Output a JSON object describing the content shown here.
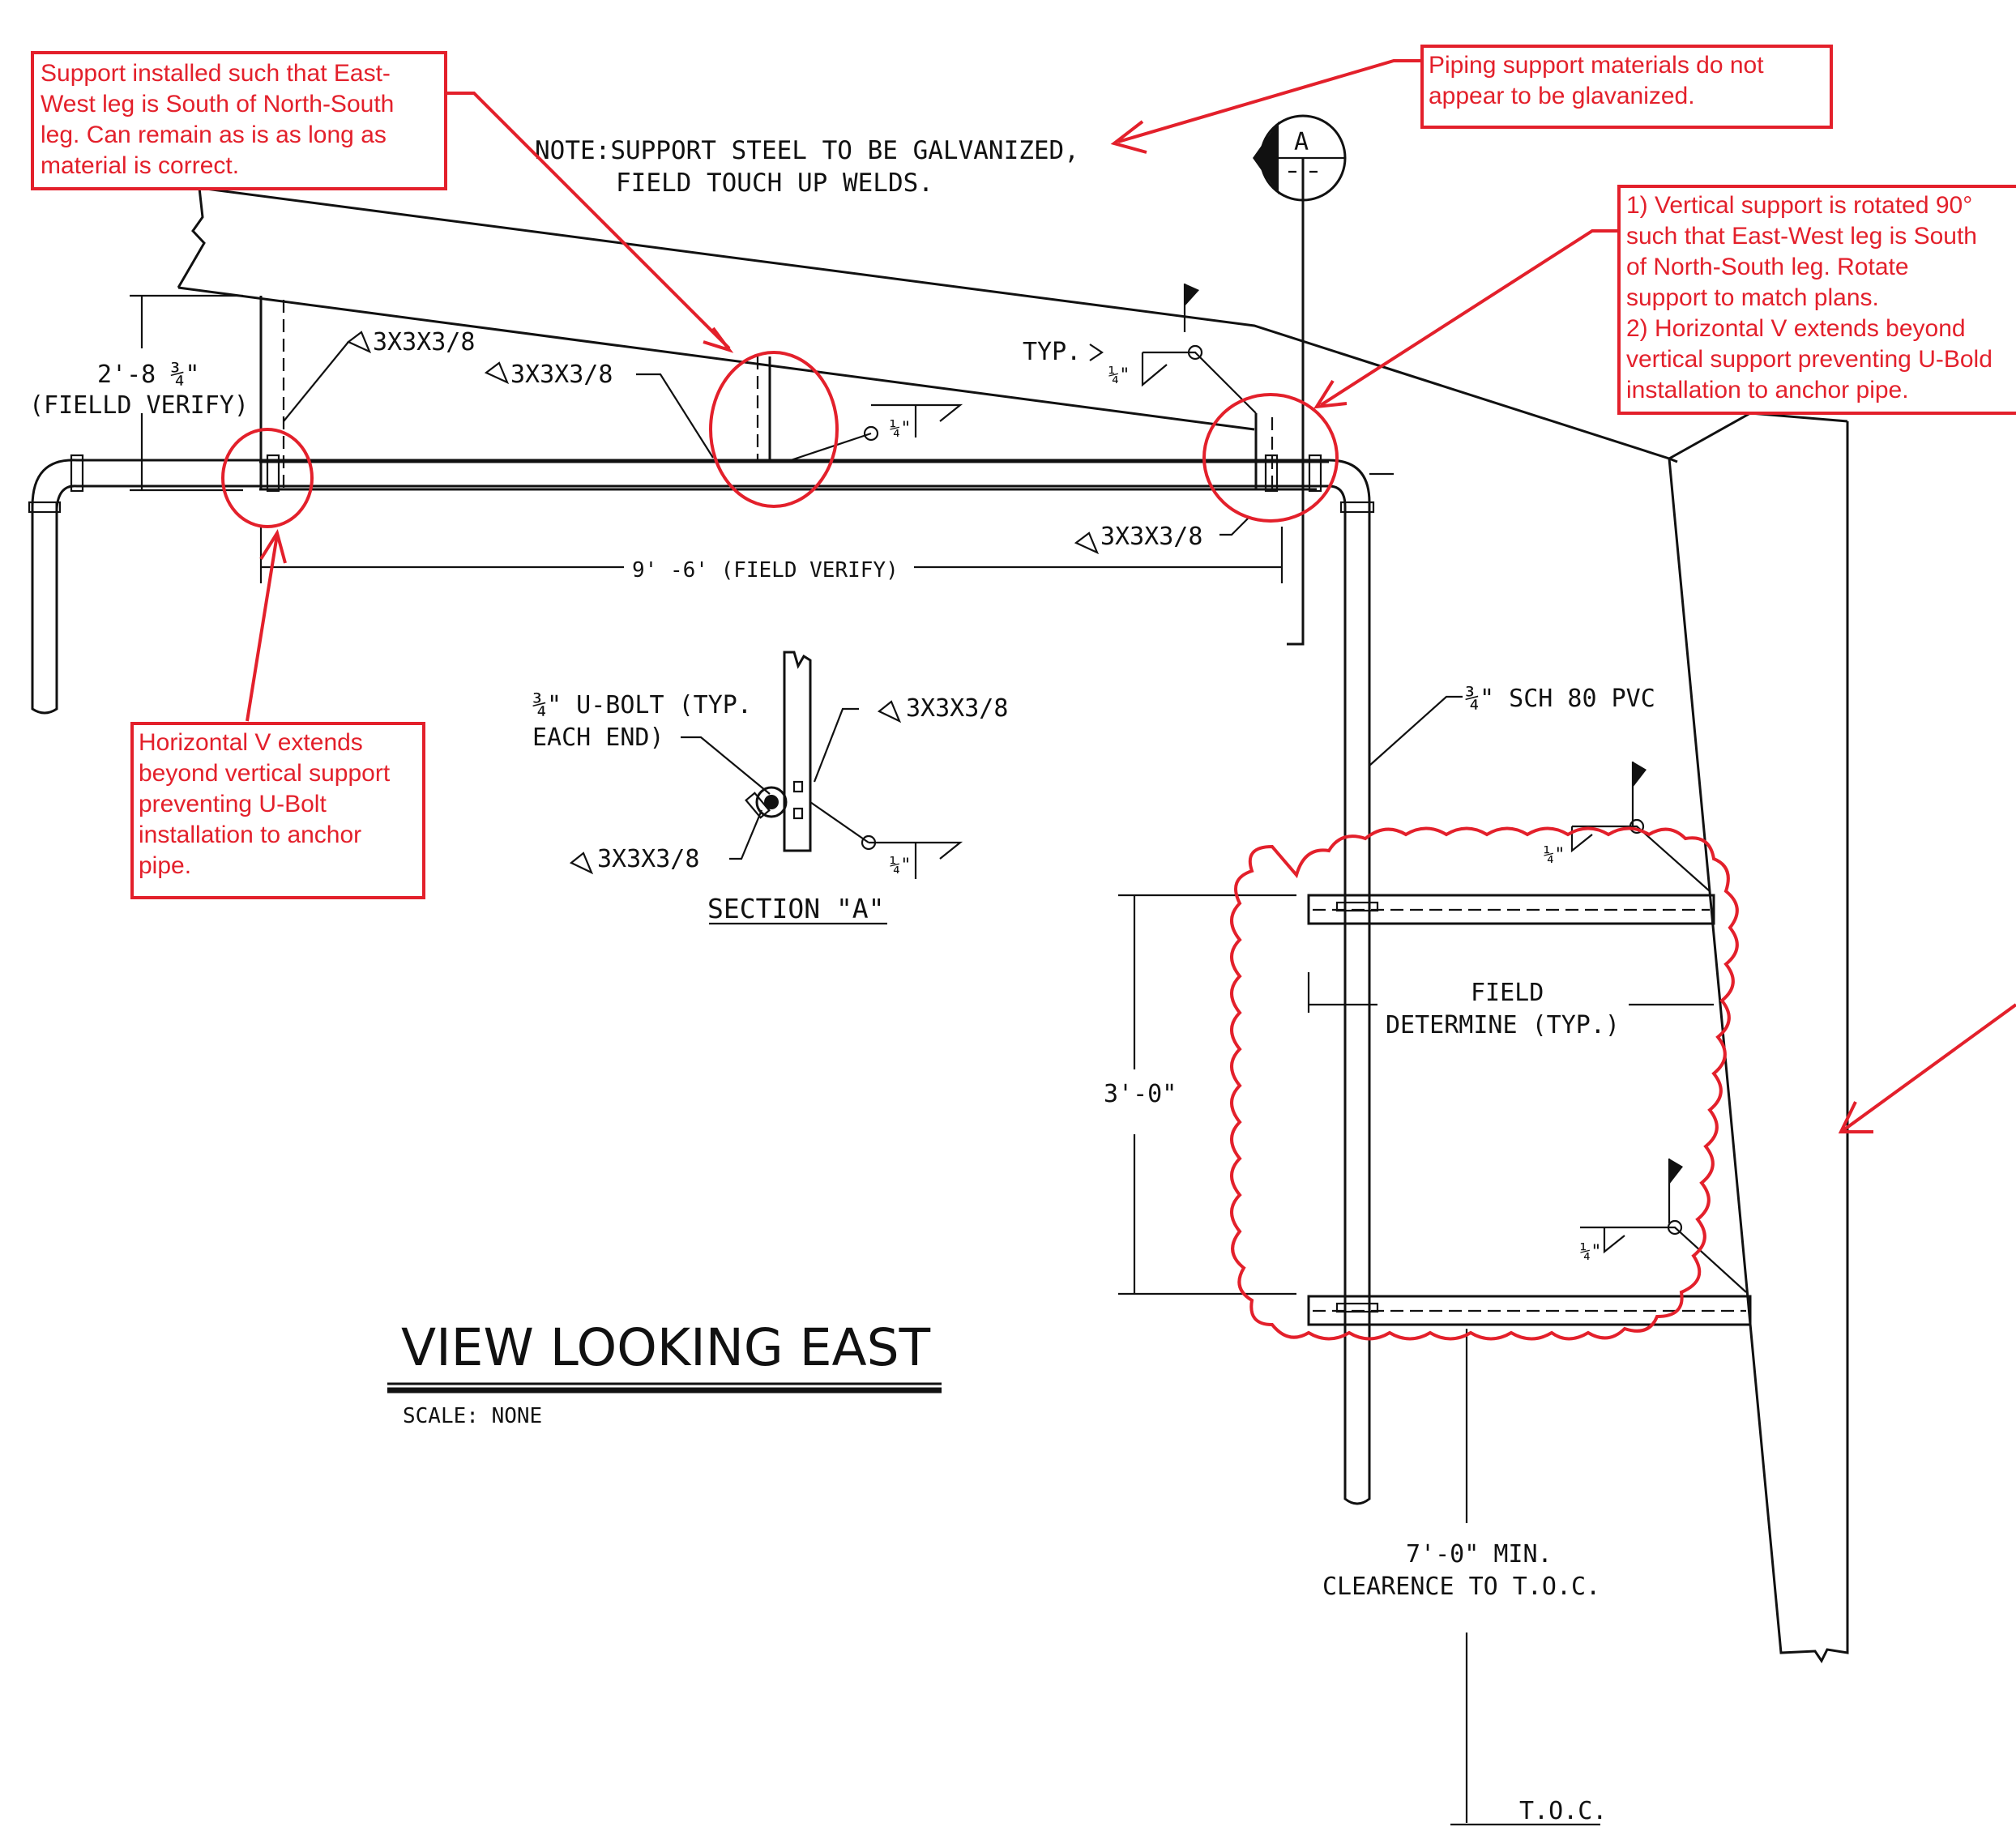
{
  "title": {
    "main": "VIEW LOOKING EAST",
    "scale": "SCALE:  NONE"
  },
  "notes": {
    "note_line1": "NOTE:SUPPORT STEEL TO BE GALVANIZED,",
    "note_line2": "FIELD TOUCH UP WELDS."
  },
  "section_marker": {
    "letter": "A"
  },
  "dimensions": {
    "height_top": "2'-8 ¾\"",
    "height_top_note": "(FIELLD VERIFY)",
    "span": "9' -6' (FIELD VERIFY)",
    "vertical_3ft": "3'-0\"",
    "field_determine_1": "FIELD",
    "field_determine_2": "DETERMINE (TYP.)",
    "clearance_1": "7'-0\" MIN.",
    "clearance_2": "CLEARENCE TO T.O.C.",
    "toc": "T.O.C."
  },
  "callouts": {
    "angle_1": "3X3X3/8",
    "angle_2": "3X3X3/8",
    "angle_3": "3X3X3/8",
    "angle_sec_1": "3X3X3/8",
    "angle_sec_2": "3X3X3/8",
    "typ": "TYP.",
    "weld": "¼\"",
    "ubolt_1": "¾\" U-BOLT (TYP.",
    "ubolt_2": "EACH END)",
    "pvc": "¾\" SCH 80 PVC",
    "section_title": "SECTION \"A\""
  },
  "review_comments": {
    "comment_1": [
      "Support installed such that East-",
      "West leg is South of North-South",
      "leg.  Can remain as is as long as",
      "material is correct."
    ],
    "comment_2": [
      "Piping support materials do not",
      "appear to be glavanized."
    ],
    "comment_3": [
      "1) Vertical support is rotated 90°",
      "such that East-West leg is South",
      "of North-South leg.  Rotate",
      "support to match plans.",
      "2) Horizontal V extends beyond",
      "vertical support preventing U-Bold",
      "installation to anchor pipe."
    ],
    "comment_4": [
      "Horizontal V extends",
      "beyond vertical support",
      "preventing U-Bolt",
      "installation to anchor",
      "pipe."
    ]
  },
  "colors": {
    "markup_red": "#e3202b",
    "linework": "#111111"
  }
}
